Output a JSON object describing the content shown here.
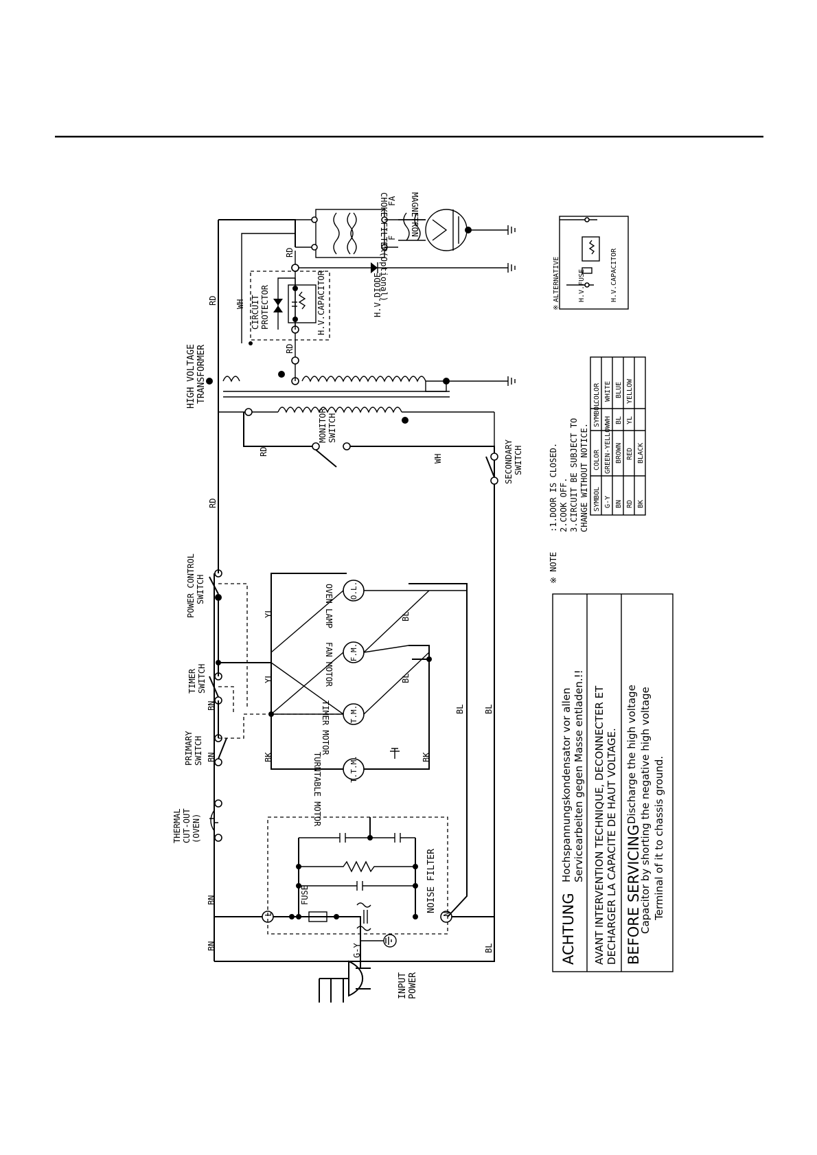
{
  "labels": {
    "input_power_1": "INPUT",
    "input_power_2": "POWER",
    "gy": "G-Y",
    "thermal_1": "THERMAL",
    "thermal_2": "CUT-OUT",
    "thermal_3": "(OVEN)",
    "primary_1": "PRIMARY",
    "primary_2": "SWITCH",
    "timer_sw_1": "TIMER",
    "timer_sw_2": "SWITCH",
    "power_ctrl_1": "POWER CONTROL",
    "power_ctrl_2": "SWITCH",
    "hv_transformer_1": "HIGH VOLTAGE",
    "hv_transformer_2": "TRANSFORMER",
    "circuit_prot_1": "CIRCUIT",
    "circuit_prot_2": "PROTECTOR",
    "hv_capacitor": "H.V.CAPACITOR",
    "hv_diode": "H.V.DIODE",
    "choke_filter": "CHOKE FILTER(Optional)",
    "magnetron": "MAGNETRON",
    "monitor_1": "MONITOR",
    "monitor_2": "SWITCH",
    "secondary_1": "SECONDARY",
    "secondary_2": "SWITCH",
    "noise_filter": "NOISE FILTER",
    "fuse": "FUSE",
    "turntable_motor": "TURNTABLE MOTOR",
    "timer_motor": "TIMER MOTOR",
    "fan_motor": "FAN MOTOR",
    "oven_lamp": "OVEN LAMP",
    "ttm": "T.T.M.",
    "tm": "T.M.",
    "fm": "F.M.",
    "ol": "O.L.",
    "node_l": "L",
    "node_n": "N",
    "fa": "FA",
    "f": "F",
    "alternative": "ALTERNATIVE",
    "alt_prefix": "※",
    "hv_fuse": "H.V.FUSE",
    "hv_capacitor_alt": "H.V.CAPACITOR"
  },
  "wires": {
    "bn": "BN",
    "bl": "BL",
    "rd": "RD",
    "wh": "WH",
    "yl": "YL",
    "bk": "BK"
  },
  "warning": {
    "achtung_title": "ACHTUNG",
    "achtung_1": "Hochspannungskondensator vor allen",
    "achtung_2": "Servicearbeiten gegen Masse entladen.!!",
    "avant_1": "AVANT INTERVENTION TECHNIQUE, DECONNECTER ET",
    "avant_2": "DECHARGER LA CAPACITE DE HAUT VOLTAGE.",
    "before_title": "BEFORE SERVICING",
    "before_1": "Discharge the high voltage",
    "before_2": "Capacitor by shorting the negative high voltage",
    "before_3": "Terminal of it to chassis ground."
  },
  "notes": {
    "mark": "※ NOTE",
    "n1": ":1.DOOR IS CLOSED.",
    "n2": "2.COOK OFF.",
    "n3a": "3.CIRCUIT BE SUBJECT TO",
    "n3b": "CHANGE WITHOUT NOTICE."
  },
  "color_table": {
    "headers": [
      "SYMBOL",
      "COLOR",
      "SYMBOL",
      "COLOR"
    ],
    "rows": [
      [
        "G-Y",
        "GREEN-YELLOW",
        "WH",
        "WHITE"
      ],
      [
        "BN",
        "BROWN",
        "BL",
        "BLUE"
      ],
      [
        "RD",
        "RED",
        "YL",
        "YELLOW"
      ],
      [
        "BK",
        "BLACK",
        "",
        ""
      ]
    ]
  }
}
